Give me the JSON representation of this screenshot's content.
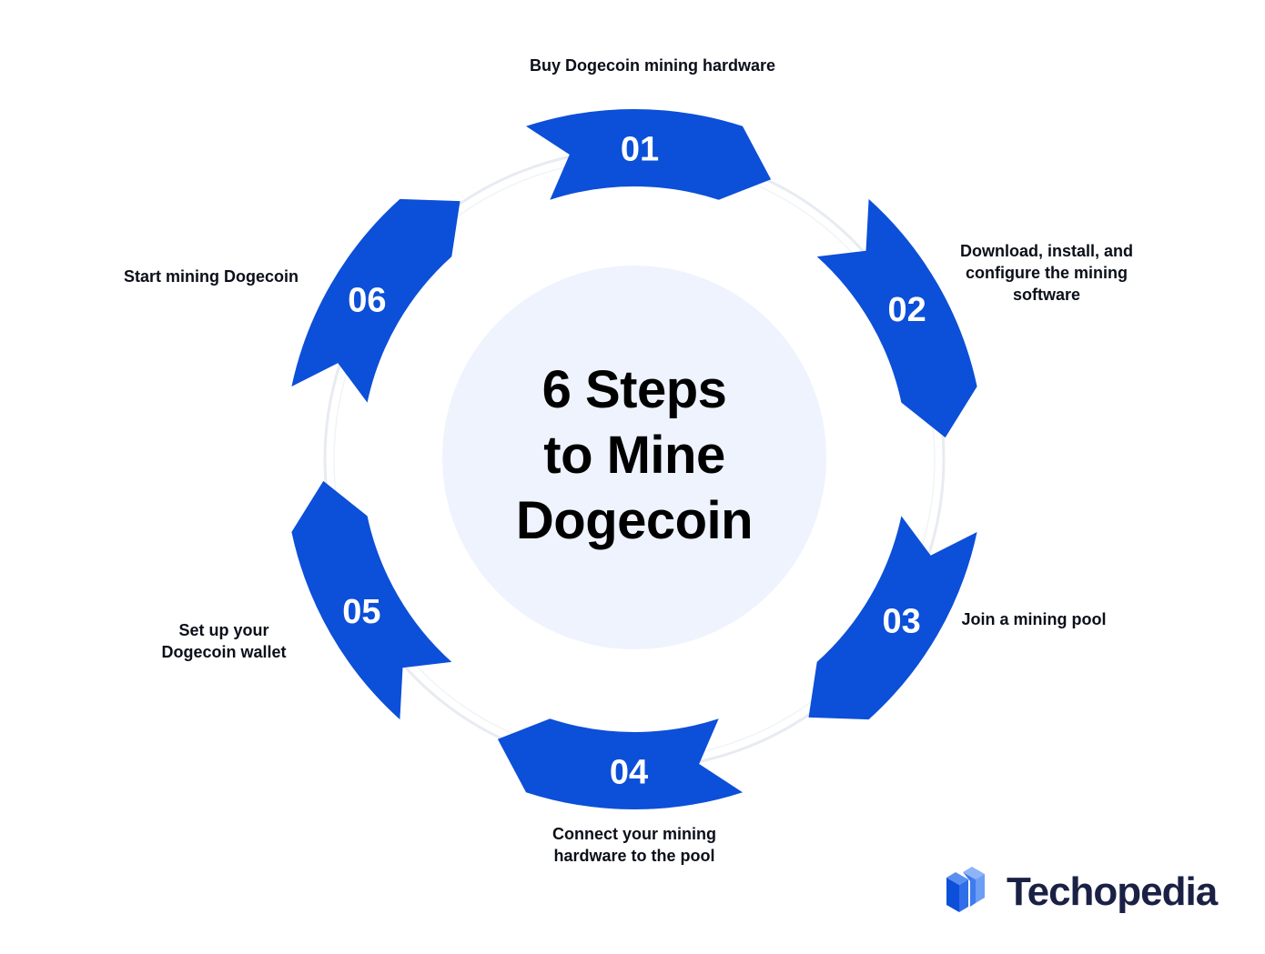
{
  "title": "6 Steps\nto Mine\nDogecoin",
  "steps": [
    {
      "number": "01",
      "label": "Buy Dogecoin mining hardware"
    },
    {
      "number": "02",
      "label": "Download, install, and\nconfigure the mining\nsoftware"
    },
    {
      "number": "03",
      "label": "Join a mining pool"
    },
    {
      "number": "04",
      "label": "Connect your mining\nhardware to the pool"
    },
    {
      "number": "05",
      "label": "Set up your\nDogecoin wallet"
    },
    {
      "number": "06",
      "label": "Start mining Dogecoin"
    }
  ],
  "brand": {
    "name": "Techopedia",
    "icon": "techopedia-logo-icon"
  },
  "colors": {
    "accent": "#0c4fd8",
    "center_fill": "#eef3fd",
    "ring": "#e8ebf2",
    "text": "#0b0f19",
    "logo_text": "#1b2145"
  }
}
